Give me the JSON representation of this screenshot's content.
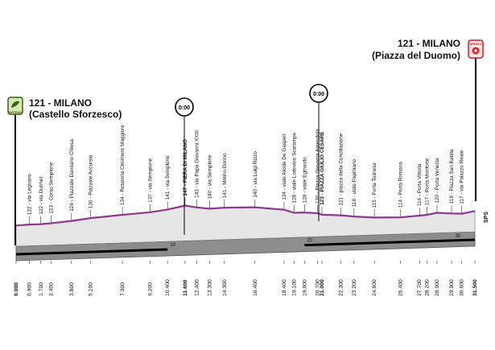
{
  "start": {
    "title": "121 - MILANO",
    "subtitle": "(Castello Sforzesco)",
    "badge": "PARTENZA"
  },
  "finish": {
    "title": "121 - MILANO",
    "subtitle": "(Piazza del Duomo)",
    "badge": "ARRIVO"
  },
  "timing_badges": [
    "0:00",
    "0:00"
  ],
  "bottom_label": "31.500",
  "finish_mark": "SPS",
  "chart_data": {
    "type": "area",
    "x_unit": "km",
    "ylim": [
      0,
      10
    ],
    "points": [
      {
        "km": 0.0,
        "alt": 121,
        "label": ""
      },
      {
        "km": 0.9,
        "alt": 122,
        "label": "via Legnano"
      },
      {
        "km": 1.7,
        "alt": 122,
        "label": "via Duhhet"
      },
      {
        "km": 2.4,
        "alt": 123,
        "label": "Corso Sempione"
      },
      {
        "km": 3.8,
        "alt": 126,
        "label": "Piazzale Damiano Chiesa"
      },
      {
        "km": 5.1,
        "alt": 130,
        "label": "Piazzale Accursio"
      },
      {
        "km": 7.3,
        "alt": 134,
        "label": "Rotatoria Cimintero Maggiore"
      },
      {
        "km": 9.2,
        "alt": 137,
        "label": "via Sempione"
      },
      {
        "km": 10.4,
        "alt": 141,
        "label": "via Sempione"
      },
      {
        "km": 11.6,
        "alt": 147,
        "label": "FIERA DI MILANO",
        "bold": true
      },
      {
        "km": 12.4,
        "alt": 143,
        "label": "via Papa Giovanni XXIII"
      },
      {
        "km": 13.3,
        "alt": 140,
        "label": "via Sempione"
      },
      {
        "km": 14.3,
        "alt": 141,
        "label": "Molino Dorino"
      },
      {
        "km": 16.4,
        "alt": 140,
        "label": "via Luigi Rizzo"
      },
      {
        "km": 18.4,
        "alt": 134,
        "label": "viale Alcide De Gasperi"
      },
      {
        "km": 19.1,
        "alt": 128,
        "label": "viale Lodovico Scarampo"
      },
      {
        "km": 19.8,
        "alt": 128,
        "label": "viale Eginardo"
      },
      {
        "km": 20.7,
        "alt": 126,
        "label": "Piazza Giovanni Amendola"
      },
      {
        "km": 21.0,
        "alt": 123,
        "label": "PIAZZA GIULIO CESARE",
        "bold": true
      },
      {
        "km": 22.3,
        "alt": 121,
        "label": "piazza della Conciliazione"
      },
      {
        "km": 23.2,
        "alt": 118,
        "label": "viale Papiniano"
      },
      {
        "km": 24.6,
        "alt": 115,
        "label": "Porta Ticinese"
      },
      {
        "km": 26.4,
        "alt": 114,
        "label": "Porta Romana"
      },
      {
        "km": 27.7,
        "alt": 116,
        "label": "Porta Vittoria"
      },
      {
        "km": 28.2,
        "alt": 117,
        "label": "Porta Monforte"
      },
      {
        "km": 28.9,
        "alt": 120,
        "label": "Porta Venezia"
      },
      {
        "km": 29.9,
        "alt": 118,
        "label": "Piazza San Babila"
      },
      {
        "km": 30.6,
        "alt": 117,
        "label": "via Palazzo Reale"
      },
      {
        "km": 31.5,
        "alt": 121,
        "label": ""
      }
    ],
    "km_labels": [
      "0.000",
      "0.900",
      "1.700",
      "2.400",
      "3.800",
      "5.100",
      "7.300",
      "9.200",
      "10.400",
      "11.600",
      "12.400",
      "13.300",
      "14.300",
      "16.400",
      "18.400",
      "19.100",
      "19.800",
      "20.700",
      "21.000",
      "22.300",
      "23.200",
      "24.600",
      "26.400",
      "27.700",
      "28.200",
      "28.900",
      "29.900",
      "30.600",
      "31.500"
    ],
    "bold_km": [
      "0.000",
      "11.600",
      "21.000",
      "31.500"
    ],
    "bar_ticks": [
      "10",
      "20",
      "30"
    ]
  }
}
